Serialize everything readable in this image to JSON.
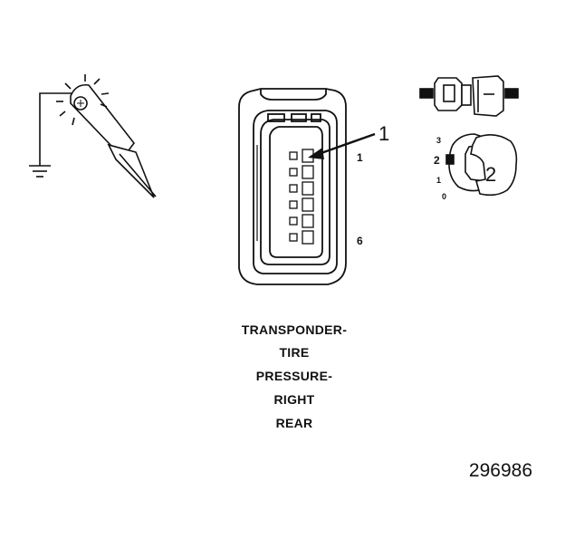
{
  "diagram": {
    "callout_main": "1",
    "pin_first": "1",
    "pin_last": "6",
    "position_callout": "2",
    "positions": [
      "3",
      "2",
      "1",
      "0"
    ],
    "caption_lines": [
      "TRANSPONDER-",
      "TIRE",
      "PRESSURE-",
      "RIGHT",
      "REAR"
    ],
    "figure_number": "296986"
  },
  "icons": {
    "test_probe": "test-probe-ground-icon",
    "connector_side": "connector-side-view-icon",
    "lock_tab": "connector-lock-position-icon"
  }
}
